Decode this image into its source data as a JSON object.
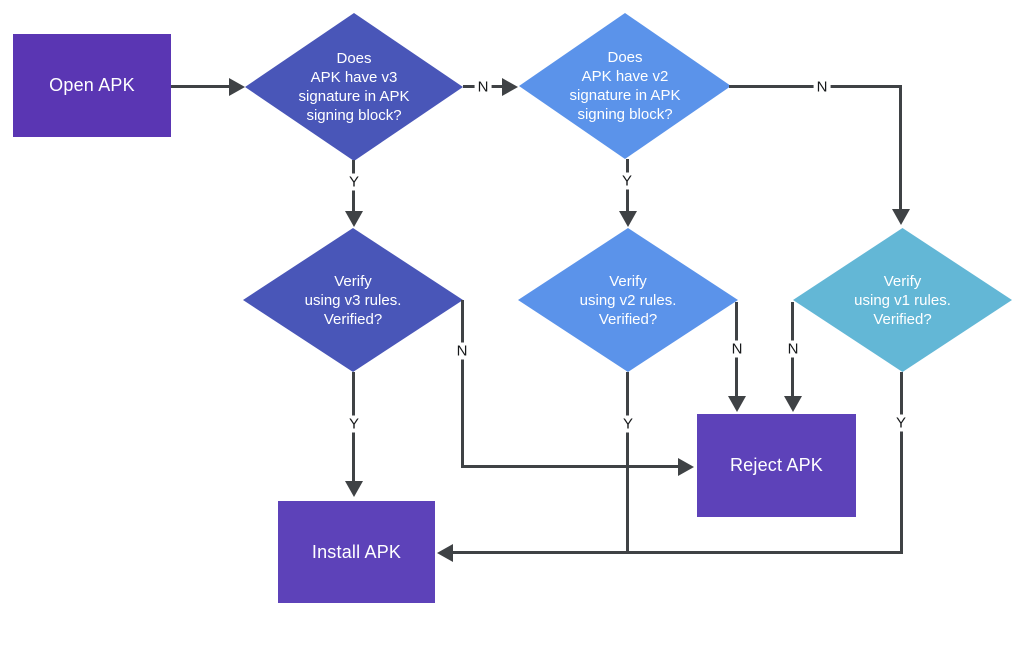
{
  "diagram": {
    "type": "flowchart",
    "nodes": {
      "open": {
        "label": "Open APK",
        "shape": "rectangle",
        "color": "#5a36b3"
      },
      "q_v3": {
        "label": "Does\nAPK have v3\nsignature in APK\nsigning block?",
        "shape": "diamond",
        "color": "#4956b8"
      },
      "q_v2": {
        "label": "Does\nAPK have v2\nsignature in APK\nsigning block?",
        "shape": "diamond",
        "color": "#5b93ea"
      },
      "verify_v3": {
        "label": "Verify\nusing v3 rules.\nVerified?",
        "shape": "diamond",
        "color": "#4956b8"
      },
      "verify_v2": {
        "label": "Verify\nusing v2 rules.\nVerified?",
        "shape": "diamond",
        "color": "#5b93ea"
      },
      "verify_v1": {
        "label": "Verify\nusing v1 rules.\nVerified?",
        "shape": "diamond",
        "color": "#63b7d6"
      },
      "reject": {
        "label": "Reject APK",
        "shape": "rectangle",
        "color": "#5d42b9"
      },
      "install": {
        "label": "Install APK",
        "shape": "rectangle",
        "color": "#5d42b9"
      }
    },
    "edges": {
      "open_to_qv3": "",
      "q_v3_yes": "Y",
      "q_v3_no": "N",
      "q_v2_yes": "Y",
      "q_v2_no": "N",
      "verify_v3_yes": "Y",
      "verify_v3_no": "N",
      "verify_v2_yes": "Y",
      "verify_v2_no": "N",
      "verify_v1_yes": "Y",
      "verify_v1_no": "N"
    },
    "colors": {
      "line": "#3f4245",
      "background": "#ffffff",
      "node_text": "#ffffff",
      "edge_label_text": "#16181a"
    }
  }
}
